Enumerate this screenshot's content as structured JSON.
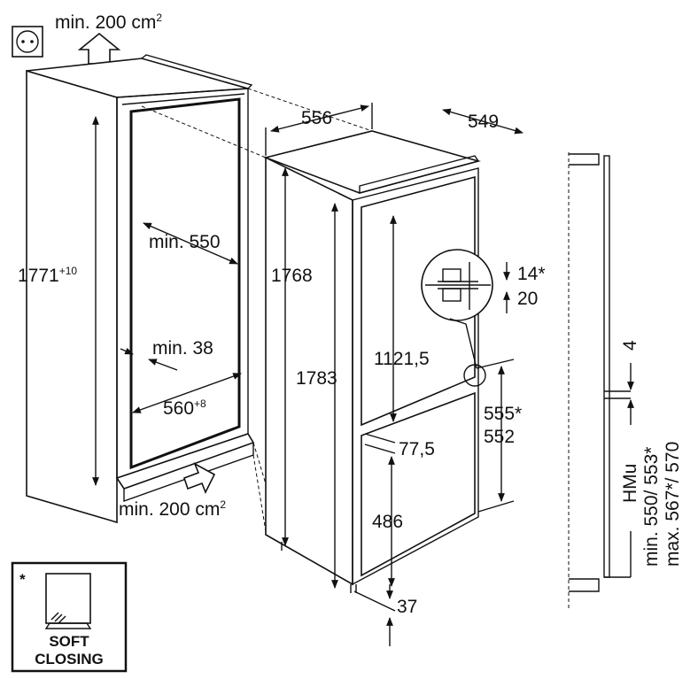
{
  "labels": {
    "vent_top": "min. 200 cm",
    "vent_top_sup": "2",
    "vent_bottom": "min. 200 cm",
    "vent_bottom_sup": "2",
    "niche_height": "1771",
    "niche_height_sup": "+10",
    "niche_depth": "min. 550",
    "gap_min": "min. 38",
    "niche_width": "560",
    "niche_width_sup": "+8",
    "appliance_width": "556",
    "appliance_depth": "549",
    "appliance_height": "1768",
    "door_total_height": "1783",
    "fridge_door_height": "1121,5",
    "hinge_gap_a": "14*",
    "hinge_gap_b": "20",
    "freezer_gap": "77,5",
    "freezer_door_height": "486",
    "bottom_gap": "37",
    "upper_door_a": "555*",
    "upper_door_b": "552",
    "side_gap": "4",
    "hmu_label": "HMu",
    "hmu_min": "min. 550/ 553*",
    "hmu_max": "max. 567*/ 570",
    "soft_star": "*",
    "soft_line1": "SOFT",
    "soft_line2": "CLOSING"
  },
  "icons": {
    "socket": "power-socket-icon",
    "arrow_up": "airflow-up-arrow-icon",
    "arrow_in": "airflow-in-arrow-icon",
    "soft_close": "soft-closing-door-icon"
  }
}
